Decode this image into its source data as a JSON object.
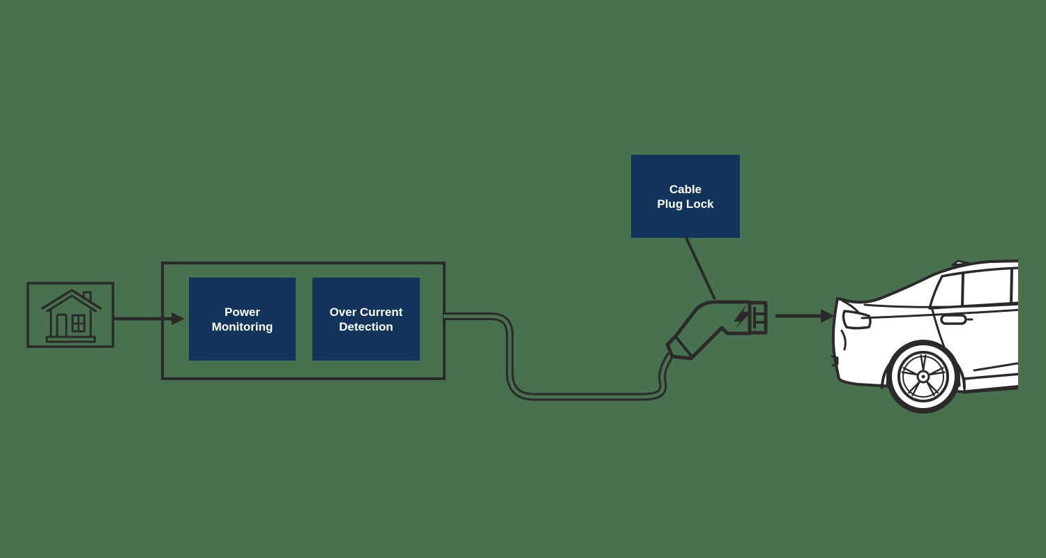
{
  "palette": {
    "background": "#47714F",
    "line": "#2B2A28",
    "navy": "#12345A",
    "label_text": "#FFFFFF",
    "car_body": "#FFFFFF"
  },
  "boxes": {
    "power_monitoring": {
      "line1": "Power",
      "line2": "Monitoring"
    },
    "over_current_detection": {
      "line1": "Over Current",
      "line2": "Detection"
    },
    "cable_plug_lock": {
      "line1": "Cable",
      "line2": "Plug Lock"
    }
  },
  "icons": {
    "house": "house-icon",
    "right_arrow": "right-arrow-icon",
    "ev_plug": "ev-plug-icon",
    "lightning_bolt": "lightning-bolt-icon",
    "car": "car-icon"
  }
}
